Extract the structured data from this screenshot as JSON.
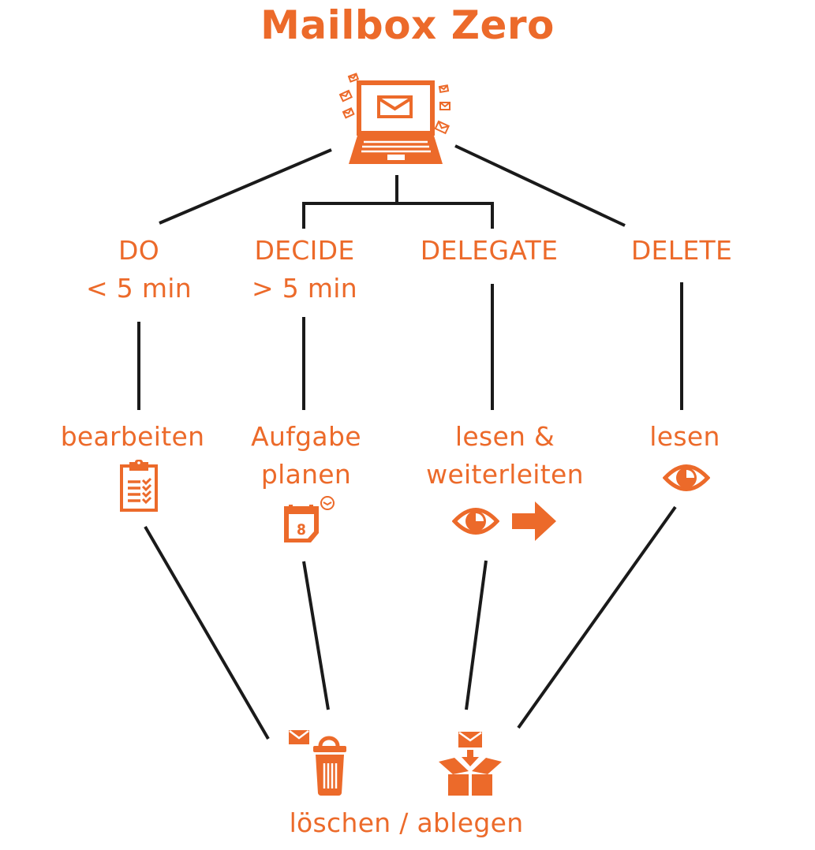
{
  "title": "Mailbox Zero",
  "root_icon": "laptop-with-emails-icon",
  "colors": {
    "accent": "#ec6a2a",
    "lines": "#1a1a1a",
    "background": "#ffffff"
  },
  "categories": [
    {
      "name": "DO",
      "condition": "< 5 min",
      "action_lines": [
        "bearbeiten"
      ],
      "action_icons": [
        "clipboard-checklist-icon"
      ]
    },
    {
      "name": "DECIDE",
      "condition": "> 5 min",
      "action_lines": [
        "Aufgabe",
        "planen"
      ],
      "action_icons": [
        "calendar-clock-icon"
      ]
    },
    {
      "name": "DELEGATE",
      "condition": "",
      "action_lines": [
        "lesen &",
        "weiterleiten"
      ],
      "action_icons": [
        "eye-icon",
        "arrow-right-icon"
      ]
    },
    {
      "name": "DELETE",
      "condition": "",
      "action_lines": [
        "lesen"
      ],
      "action_icons": [
        "eye-icon"
      ]
    }
  ],
  "outcome": {
    "label": "löschen / ablegen",
    "icons": [
      "mail-trash-icon",
      "mail-into-box-icon"
    ]
  },
  "calendar_day": "8"
}
